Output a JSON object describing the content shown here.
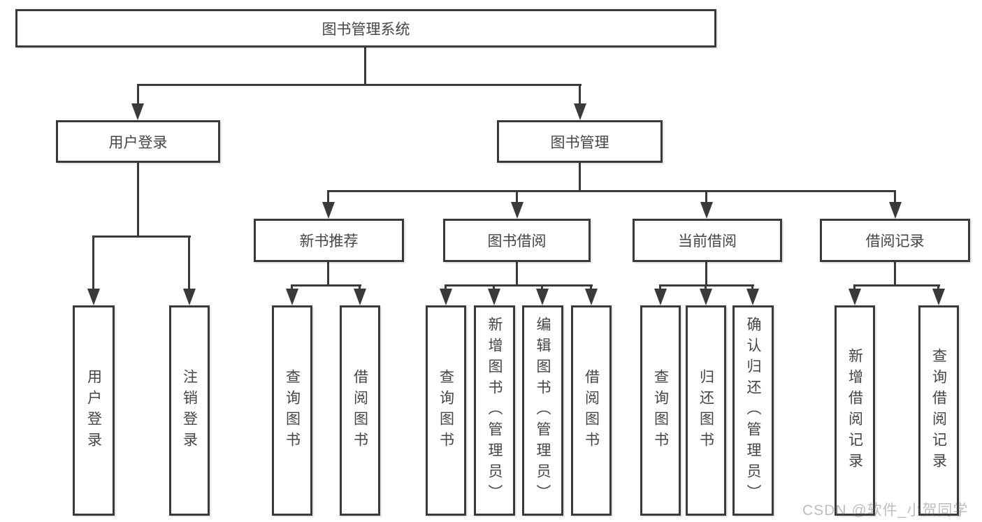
{
  "colors": {
    "line": "#3a3a3a",
    "text": "#454545",
    "background": "#ffffff",
    "watermark": "#c2c2c2"
  },
  "watermark": "CSDN @软件_小贺同学",
  "tree": {
    "root": {
      "label": "图书管理系统"
    },
    "branches": [
      {
        "label": "用户登录",
        "children": [
          {
            "label": "用户登录"
          },
          {
            "label": "注销登录"
          }
        ]
      },
      {
        "label": "图书管理",
        "children": [
          {
            "label": "新书推荐",
            "children": [
              {
                "label": "查询图书"
              },
              {
                "label": "借阅图书"
              }
            ]
          },
          {
            "label": "图书借阅",
            "children": [
              {
                "label": "查询图书"
              },
              {
                "label": "新增图书（管理员）"
              },
              {
                "label": "编辑图书（管理员）"
              },
              {
                "label": "借阅图书"
              }
            ]
          },
          {
            "label": "当前借阅",
            "children": [
              {
                "label": "查询图书"
              },
              {
                "label": "归还图书"
              },
              {
                "label": "确认归还（管理员）"
              }
            ]
          },
          {
            "label": "借阅记录",
            "children": [
              {
                "label": "新增借阅记录"
              },
              {
                "label": "查询借阅记录"
              }
            ]
          }
        ]
      }
    ]
  }
}
